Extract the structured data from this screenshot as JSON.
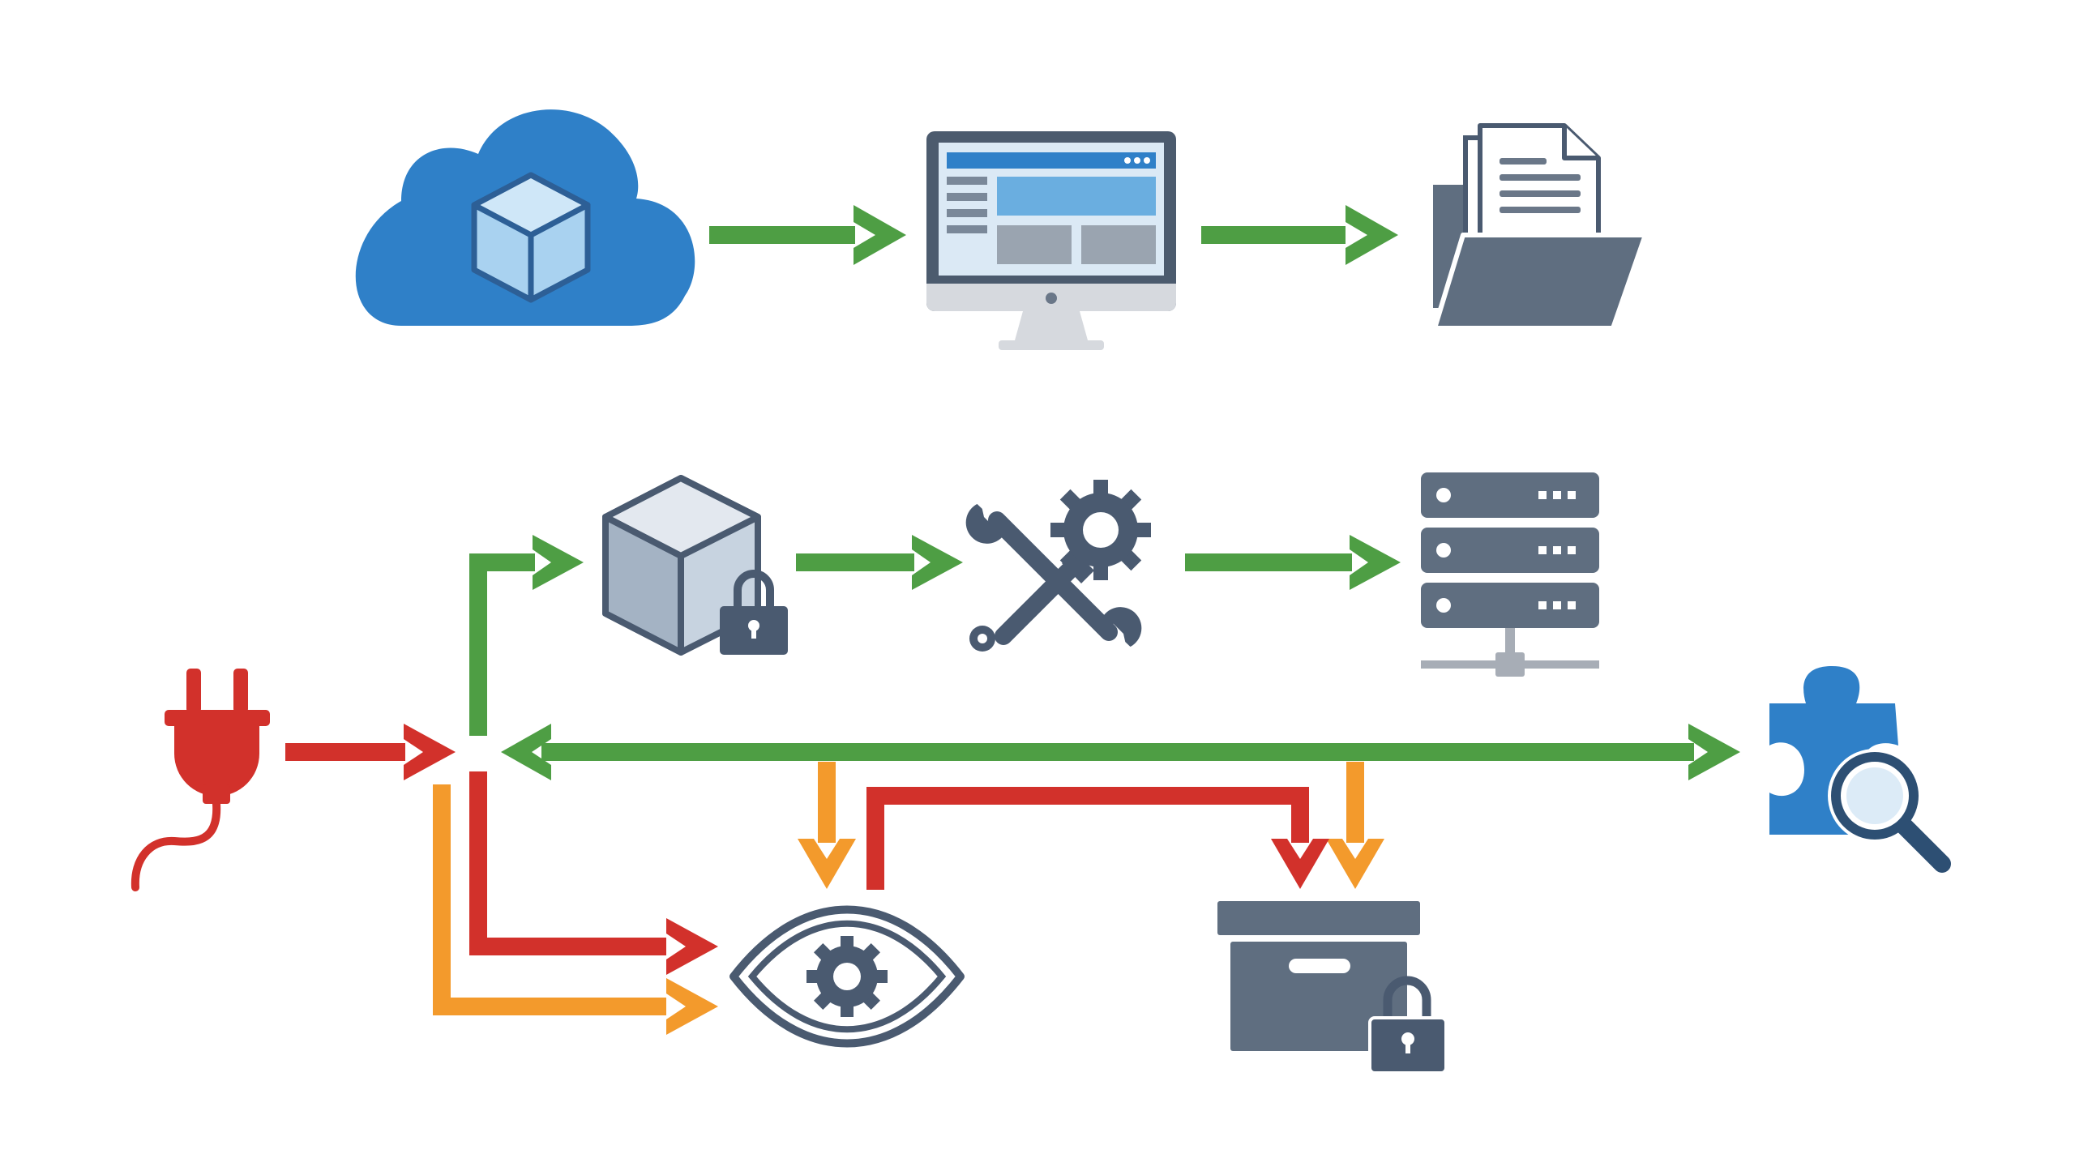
{
  "colors": {
    "green": "#4e9e44",
    "red": "#d2312b",
    "orange": "#f39a2c",
    "blue": "#2f80c8",
    "slate": "#5f6e80",
    "slate_dark": "#4a5a70",
    "light_blue": "#a9d2f0",
    "cube_face": "#c7d3e0",
    "gray_light": "#d6d9de"
  },
  "nodes": [
    {
      "id": "cloud-cube",
      "icon": "cloud-cube-icon"
    },
    {
      "id": "desktop-monitor",
      "icon": "monitor-icon"
    },
    {
      "id": "document-folder",
      "icon": "folder-documents-icon"
    },
    {
      "id": "locked-package",
      "icon": "locked-cube-icon"
    },
    {
      "id": "tools-config",
      "icon": "wrench-screwdriver-gear-icon"
    },
    {
      "id": "server-stack",
      "icon": "server-rack-icon"
    },
    {
      "id": "power-plug",
      "icon": "power-plug-icon"
    },
    {
      "id": "monitoring-eye",
      "icon": "eye-gear-icon"
    },
    {
      "id": "locked-archive",
      "icon": "locked-archive-box-icon"
    },
    {
      "id": "plugin-search",
      "icon": "puzzle-search-icon"
    }
  ],
  "edges": [
    {
      "from": "cloud-cube",
      "to": "desktop-monitor",
      "color": "green"
    },
    {
      "from": "desktop-monitor",
      "to": "document-folder",
      "color": "green"
    },
    {
      "from": "hub",
      "to": "locked-package",
      "color": "green"
    },
    {
      "from": "locked-package",
      "to": "tools-config",
      "color": "green"
    },
    {
      "from": "tools-config",
      "to": "server-stack",
      "color": "green"
    },
    {
      "from": "power-plug",
      "to": "hub",
      "color": "red"
    },
    {
      "from": "hub",
      "to": "plugin-search",
      "color": "green",
      "bidirectional": true
    },
    {
      "from": "hub",
      "to": "monitoring-eye",
      "color": "red"
    },
    {
      "from": "hub",
      "to": "monitoring-eye",
      "color": "orange"
    },
    {
      "from": "bus",
      "to": "monitoring-eye",
      "color": "orange"
    },
    {
      "from": "monitoring-eye",
      "to": "locked-archive",
      "color": "red"
    },
    {
      "from": "bus",
      "to": "locked-archive",
      "color": "orange"
    }
  ]
}
